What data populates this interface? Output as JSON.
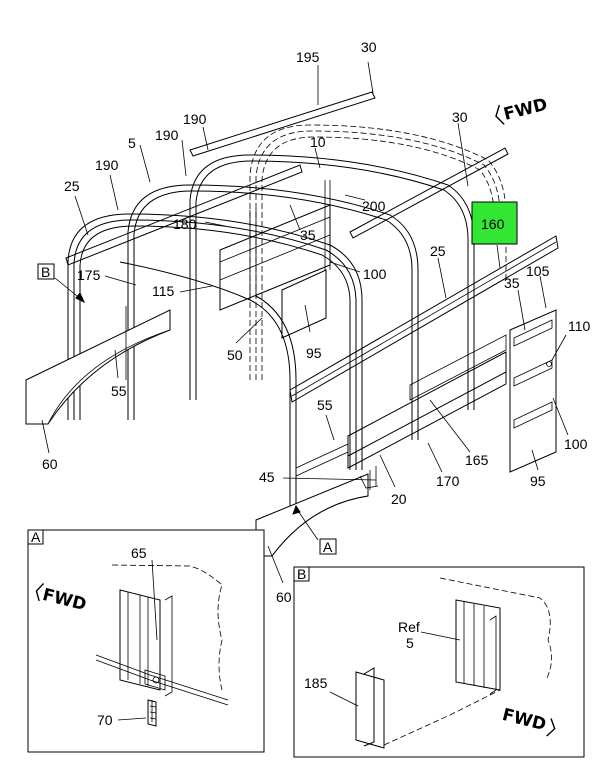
{
  "callouts": {
    "c195": "195",
    "c30a": "30",
    "c30b": "30",
    "c190a": "190",
    "c190b": "190",
    "c190c": "190",
    "c5": "5",
    "c25a": "25",
    "c10": "10",
    "c200": "200",
    "c180": "180",
    "c35a": "35",
    "c160": "160",
    "c25b": "25",
    "c105": "105",
    "c35b": "35",
    "c110": "110",
    "c175": "175",
    "c115": "115",
    "c100a": "100",
    "c95a": "95",
    "c50": "50",
    "c55a": "55",
    "c60a": "60",
    "c55b": "55",
    "c165": "165",
    "c100b": "100",
    "c45": "45",
    "c170": "170",
    "c20": "20",
    "c95b": "95",
    "c60b": "60",
    "c65": "65",
    "c70": "70",
    "c185": "185",
    "ref": "Ref",
    "ref5": "5"
  },
  "view_tags": {
    "a_inset": "A",
    "a_main": "A",
    "b_inset": "B",
    "b_main": "B"
  },
  "fwd_labels": {
    "main": "FWD",
    "inset_a": "FWD",
    "inset_b": "FWD"
  },
  "colors": {
    "highlight": "#33e633",
    "line": "#000000",
    "background": "#ffffff"
  }
}
